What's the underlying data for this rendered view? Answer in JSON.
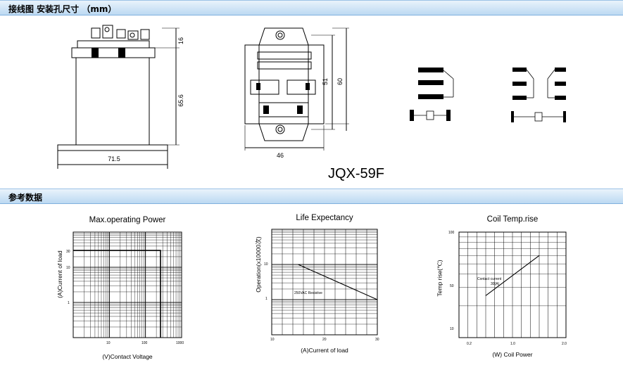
{
  "sections": [
    {
      "title": "接线图 安装孔尺寸 （mm）"
    },
    {
      "title": "参考数据"
    }
  ],
  "model": "JQX-59F",
  "dimensions": {
    "height_top": "16",
    "height_body": "65.6",
    "width_base": "71.5",
    "hole_spacing": "51",
    "plate_height": "60",
    "plate_width": "46"
  },
  "colors": {
    "header_bg": "#bcd9f2",
    "line": "#000000"
  },
  "chart_data": [
    {
      "type": "line",
      "title": "Max.operating Power",
      "xlabel": "(V)Contact Voltage",
      "ylabel": "(A)Current of load",
      "x_scale": "log",
      "y_scale": "log",
      "xlim": [
        1,
        1000
      ],
      "ylim": [
        0.1,
        100
      ],
      "x_ticks": [
        "10",
        "100",
        "1000"
      ],
      "y_ticks": [
        "30",
        "10",
        "1"
      ],
      "series": [
        {
          "x": [
            1,
            260,
            260
          ],
          "y": [
            30,
            30,
            0.1
          ]
        }
      ]
    },
    {
      "type": "line",
      "title": "Life  Expectancy",
      "xlabel": "(A)Current of load",
      "ylabel": "Operation(x10000次)",
      "x_scale": "linear",
      "y_scale": "log",
      "xlim": [
        10,
        30
      ],
      "ylim": [
        0.1,
        100
      ],
      "x_ticks": [
        "10",
        "20",
        "30"
      ],
      "y_ticks": [
        "10",
        "1"
      ],
      "annotations": [
        "250VAC Resistive"
      ],
      "series": [
        {
          "x": [
            15,
            30
          ],
          "y": [
            10,
            1
          ]
        }
      ]
    },
    {
      "type": "line",
      "title": "Coil Temp.rise",
      "xlabel": "(W)  Coil Power",
      "ylabel": "Temp rise(℃)",
      "x_scale": "linear",
      "y_scale": "log",
      "xlim": [
        0,
        2
      ],
      "ylim": [
        10,
        100
      ],
      "x_ticks": [
        "0.2",
        "1.0",
        "2.0"
      ],
      "y_ticks": [
        "100",
        "50",
        "10"
      ],
      "annotations": [
        "Contact current",
        "30(A)"
      ],
      "series": [
        {
          "x": [
            0.5,
            1.5
          ],
          "y": [
            25,
            60
          ]
        }
      ]
    }
  ]
}
